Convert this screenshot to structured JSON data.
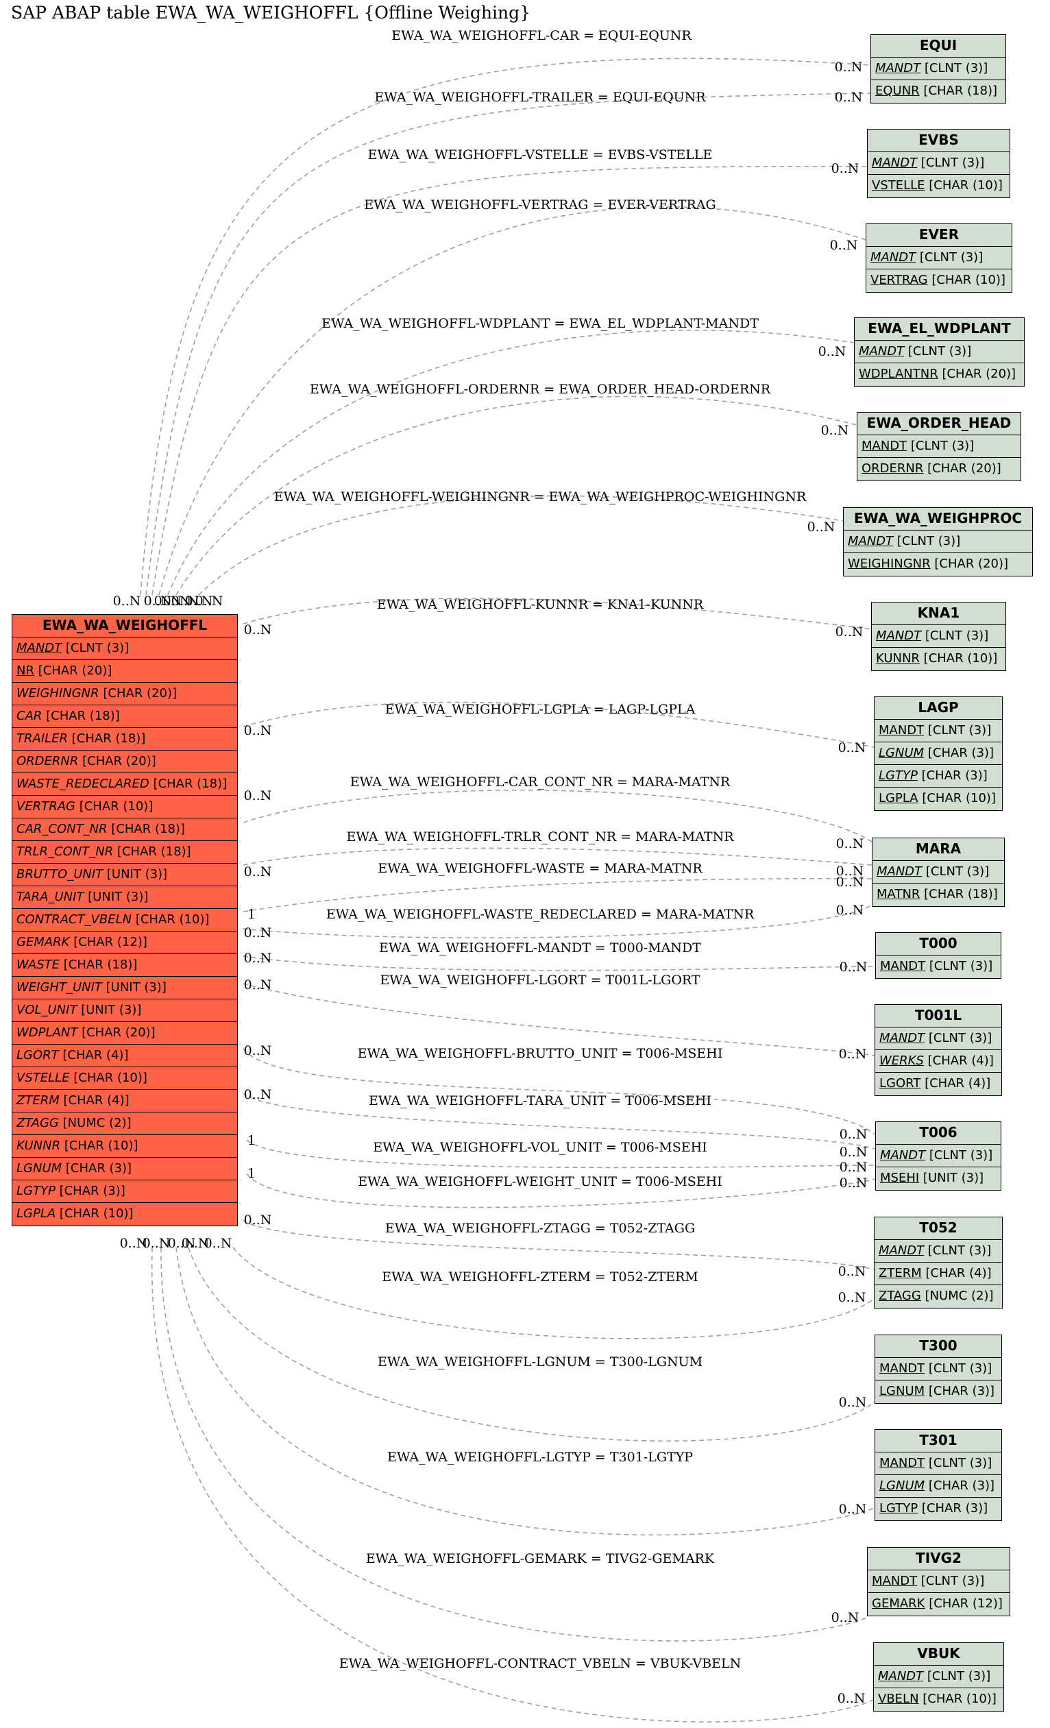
{
  "title": "SAP ABAP table EWA_WA_WEIGHOFFL {Offline Weighing}",
  "colors": {
    "main_table": "#ff6347",
    "ref_table": "#d0dfd0",
    "edge": "#a0a0a0"
  },
  "main_table": {
    "name": "EWA_WA_WEIGHOFFL",
    "fields": [
      {
        "name": "MANDT",
        "type": "[CLNT (3)]",
        "key": true,
        "italic": true
      },
      {
        "name": "NR",
        "type": "[CHAR (20)]",
        "key": true,
        "italic": false
      },
      {
        "name": "WEIGHINGNR",
        "type": "[CHAR (20)]",
        "key": false,
        "italic": true
      },
      {
        "name": "CAR",
        "type": "[CHAR (18)]",
        "key": false,
        "italic": true
      },
      {
        "name": "TRAILER",
        "type": "[CHAR (18)]",
        "key": false,
        "italic": true
      },
      {
        "name": "ORDERNR",
        "type": "[CHAR (20)]",
        "key": false,
        "italic": true
      },
      {
        "name": "WASTE_REDECLARED",
        "type": "[CHAR (18)]",
        "key": false,
        "italic": true
      },
      {
        "name": "VERTRAG",
        "type": "[CHAR (10)]",
        "key": false,
        "italic": true
      },
      {
        "name": "CAR_CONT_NR",
        "type": "[CHAR (18)]",
        "key": false,
        "italic": true
      },
      {
        "name": "TRLR_CONT_NR",
        "type": "[CHAR (18)]",
        "key": false,
        "italic": true
      },
      {
        "name": "BRUTTO_UNIT",
        "type": "[UNIT (3)]",
        "key": false,
        "italic": true
      },
      {
        "name": "TARA_UNIT",
        "type": "[UNIT (3)]",
        "key": false,
        "italic": true
      },
      {
        "name": "CONTRACT_VBELN",
        "type": "[CHAR (10)]",
        "key": false,
        "italic": true
      },
      {
        "name": "GEMARK",
        "type": "[CHAR (12)]",
        "key": false,
        "italic": true
      },
      {
        "name": "WASTE",
        "type": "[CHAR (18)]",
        "key": false,
        "italic": true
      },
      {
        "name": "WEIGHT_UNIT",
        "type": "[UNIT (3)]",
        "key": false,
        "italic": true
      },
      {
        "name": "VOL_UNIT",
        "type": "[UNIT (3)]",
        "key": false,
        "italic": true
      },
      {
        "name": "WDPLANT",
        "type": "[CHAR (20)]",
        "key": false,
        "italic": true
      },
      {
        "name": "LGORT",
        "type": "[CHAR (4)]",
        "key": false,
        "italic": true
      },
      {
        "name": "VSTELLE",
        "type": "[CHAR (10)]",
        "key": false,
        "italic": true
      },
      {
        "name": "ZTERM",
        "type": "[CHAR (4)]",
        "key": false,
        "italic": true
      },
      {
        "name": "ZTAGG",
        "type": "[NUMC (2)]",
        "key": false,
        "italic": true
      },
      {
        "name": "KUNNR",
        "type": "[CHAR (10)]",
        "key": false,
        "italic": true
      },
      {
        "name": "LGNUM",
        "type": "[CHAR (3)]",
        "key": false,
        "italic": true
      },
      {
        "name": "LGTYP",
        "type": "[CHAR (3)]",
        "key": false,
        "italic": true
      },
      {
        "name": "LGPLA",
        "type": "[CHAR (10)]",
        "key": false,
        "italic": true
      }
    ]
  },
  "ref_tables": [
    {
      "name": "EQUI",
      "fields": [
        {
          "name": "MANDT",
          "type": "[CLNT (3)]",
          "key": true,
          "italic": true
        },
        {
          "name": "EQUNR",
          "type": "[CHAR (18)]",
          "key": true,
          "italic": false
        }
      ]
    },
    {
      "name": "EVBS",
      "fields": [
        {
          "name": "MANDT",
          "type": "[CLNT (3)]",
          "key": true,
          "italic": true
        },
        {
          "name": "VSTELLE",
          "type": "[CHAR (10)]",
          "key": true,
          "italic": false
        }
      ]
    },
    {
      "name": "EVER",
      "fields": [
        {
          "name": "MANDT",
          "type": "[CLNT (3)]",
          "key": true,
          "italic": true
        },
        {
          "name": "VERTRAG",
          "type": "[CHAR (10)]",
          "key": true,
          "italic": false
        }
      ]
    },
    {
      "name": "EWA_EL_WDPLANT",
      "fields": [
        {
          "name": "MANDT",
          "type": "[CLNT (3)]",
          "key": true,
          "italic": true
        },
        {
          "name": "WDPLANTNR",
          "type": "[CHAR (20)]",
          "key": true,
          "italic": false
        }
      ]
    },
    {
      "name": "EWA_ORDER_HEAD",
      "fields": [
        {
          "name": "MANDT",
          "type": "[CLNT (3)]",
          "key": true,
          "italic": false
        },
        {
          "name": "ORDERNR",
          "type": "[CHAR (20)]",
          "key": true,
          "italic": false
        }
      ]
    },
    {
      "name": "EWA_WA_WEIGHPROC",
      "fields": [
        {
          "name": "MANDT",
          "type": "[CLNT (3)]",
          "key": true,
          "italic": true
        },
        {
          "name": "WEIGHINGNR",
          "type": "[CHAR (20)]",
          "key": true,
          "italic": false
        }
      ]
    },
    {
      "name": "KNA1",
      "fields": [
        {
          "name": "MANDT",
          "type": "[CLNT (3)]",
          "key": true,
          "italic": true
        },
        {
          "name": "KUNNR",
          "type": "[CHAR (10)]",
          "key": true,
          "italic": false
        }
      ]
    },
    {
      "name": "LAGP",
      "fields": [
        {
          "name": "MANDT",
          "type": "[CLNT (3)]",
          "key": true,
          "italic": false
        },
        {
          "name": "LGNUM",
          "type": "[CHAR (3)]",
          "key": true,
          "italic": true
        },
        {
          "name": "LGTYP",
          "type": "[CHAR (3)]",
          "key": true,
          "italic": true
        },
        {
          "name": "LGPLA",
          "type": "[CHAR (10)]",
          "key": true,
          "italic": false
        }
      ]
    },
    {
      "name": "MARA",
      "fields": [
        {
          "name": "MANDT",
          "type": "[CLNT (3)]",
          "key": true,
          "italic": true
        },
        {
          "name": "MATNR",
          "type": "[CHAR (18)]",
          "key": true,
          "italic": false
        }
      ]
    },
    {
      "name": "T000",
      "fields": [
        {
          "name": "MANDT",
          "type": "[CLNT (3)]",
          "key": true,
          "italic": false
        }
      ]
    },
    {
      "name": "T001L",
      "fields": [
        {
          "name": "MANDT",
          "type": "[CLNT (3)]",
          "key": true,
          "italic": true
        },
        {
          "name": "WERKS",
          "type": "[CHAR (4)]",
          "key": true,
          "italic": true
        },
        {
          "name": "LGORT",
          "type": "[CHAR (4)]",
          "key": true,
          "italic": false
        }
      ]
    },
    {
      "name": "T006",
      "fields": [
        {
          "name": "MANDT",
          "type": "[CLNT (3)]",
          "key": true,
          "italic": true
        },
        {
          "name": "MSEHI",
          "type": "[UNIT (3)]",
          "key": true,
          "italic": false
        }
      ]
    },
    {
      "name": "T052",
      "fields": [
        {
          "name": "MANDT",
          "type": "[CLNT (3)]",
          "key": true,
          "italic": true
        },
        {
          "name": "ZTERM",
          "type": "[CHAR (4)]",
          "key": true,
          "italic": false
        },
        {
          "name": "ZTAGG",
          "type": "[NUMC (2)]",
          "key": true,
          "italic": false
        }
      ]
    },
    {
      "name": "T300",
      "fields": [
        {
          "name": "MANDT",
          "type": "[CLNT (3)]",
          "key": true,
          "italic": false
        },
        {
          "name": "LGNUM",
          "type": "[CHAR (3)]",
          "key": true,
          "italic": false
        }
      ]
    },
    {
      "name": "T301",
      "fields": [
        {
          "name": "MANDT",
          "type": "[CLNT (3)]",
          "key": true,
          "italic": false
        },
        {
          "name": "LGNUM",
          "type": "[CHAR (3)]",
          "key": true,
          "italic": true
        },
        {
          "name": "LGTYP",
          "type": "[CHAR (3)]",
          "key": true,
          "italic": false
        }
      ]
    },
    {
      "name": "TIVG2",
      "fields": [
        {
          "name": "MANDT",
          "type": "[CLNT (3)]",
          "key": true,
          "italic": false
        },
        {
          "name": "GEMARK",
          "type": "[CHAR (12)]",
          "key": true,
          "italic": false
        }
      ]
    },
    {
      "name": "VBUK",
      "fields": [
        {
          "name": "MANDT",
          "type": "[CLNT (3)]",
          "key": true,
          "italic": true
        },
        {
          "name": "VBELN",
          "type": "[CHAR (10)]",
          "key": true,
          "italic": false
        }
      ]
    }
  ],
  "relations": [
    {
      "label": "EWA_WA_WEIGHOFFL-CAR = EQUI-EQUNR",
      "src_card": "0..N",
      "dst_card": "0..N"
    },
    {
      "label": "EWA_WA_WEIGHOFFL-TRAILER = EQUI-EQUNR",
      "src_card": "0..N",
      "dst_card": "0..N"
    },
    {
      "label": "EWA_WA_WEIGHOFFL-VSTELLE = EVBS-VSTELLE",
      "src_card": "0..N",
      "dst_card": "0..N"
    },
    {
      "label": "EWA_WA_WEIGHOFFL-VERTRAG = EVER-VERTRAG",
      "src_card": "0..N",
      "dst_card": "0..N"
    },
    {
      "label": "EWA_WA_WEIGHOFFL-WDPLANT = EWA_EL_WDPLANT-MANDT",
      "src_card": "0..N",
      "dst_card": "0..N"
    },
    {
      "label": "EWA_WA_WEIGHOFFL-ORDERNR = EWA_ORDER_HEAD-ORDERNR",
      "src_card": "0..N",
      "dst_card": "0..N"
    },
    {
      "label": "EWA_WA_WEIGHOFFL-WEIGHINGNR = EWA_WA_WEIGHPROC-WEIGHINGNR",
      "src_card": "0..N",
      "dst_card": "0..N"
    },
    {
      "label": "EWA_WA_WEIGHOFFL-KUNNR = KNA1-KUNNR",
      "src_card": "0..N",
      "dst_card": "0..N"
    },
    {
      "label": "EWA_WA_WEIGHOFFL-LGPLA = LAGP-LGPLA",
      "src_card": "0..N",
      "dst_card": "0..N"
    },
    {
      "label": "EWA_WA_WEIGHOFFL-CAR_CONT_NR = MARA-MATNR",
      "src_card": "0..N",
      "dst_card": "0..N"
    },
    {
      "label": "EWA_WA_WEIGHOFFL-TRLR_CONT_NR = MARA-MATNR",
      "src_card": "0..N",
      "dst_card": "0..N"
    },
    {
      "label": "EWA_WA_WEIGHOFFL-WASTE = MARA-MATNR",
      "src_card": "1",
      "dst_card": "0..N"
    },
    {
      "label": "EWA_WA_WEIGHOFFL-WASTE_REDECLARED = MARA-MATNR",
      "src_card": "0..N",
      "dst_card": "0..N"
    },
    {
      "label": "EWA_WA_WEIGHOFFL-MANDT = T000-MANDT",
      "src_card": "0..N",
      "dst_card": "0..N"
    },
    {
      "label": "EWA_WA_WEIGHOFFL-LGORT = T001L-LGORT",
      "src_card": "0..N",
      "dst_card": "0..N"
    },
    {
      "label": "EWA_WA_WEIGHOFFL-BRUTTO_UNIT = T006-MSEHI",
      "src_card": "0..N",
      "dst_card": "0..N"
    },
    {
      "label": "EWA_WA_WEIGHOFFL-TARA_UNIT = T006-MSEHI",
      "src_card": "0..N",
      "dst_card": "0..N"
    },
    {
      "label": "EWA_WA_WEIGHOFFL-VOL_UNIT = T006-MSEHI",
      "src_card": "1",
      "dst_card": "0..N"
    },
    {
      "label": "EWA_WA_WEIGHOFFL-WEIGHT_UNIT = T006-MSEHI",
      "src_card": "1",
      "dst_card": "0..N"
    },
    {
      "label": "EWA_WA_WEIGHOFFL-ZTAGG = T052-ZTAGG",
      "src_card": "0..N",
      "dst_card": "0..N"
    },
    {
      "label": "EWA_WA_WEIGHOFFL-ZTERM = T052-ZTERM",
      "src_card": "0..N",
      "dst_card": "0..N"
    },
    {
      "label": "EWA_WA_WEIGHOFFL-LGNUM = T300-LGNUM",
      "src_card": "0..N",
      "dst_card": "0..N"
    },
    {
      "label": "EWA_WA_WEIGHOFFL-LGTYP = T301-LGTYP",
      "src_card": "0..N",
      "dst_card": "0..N"
    },
    {
      "label": "EWA_WA_WEIGHOFFL-GEMARK = TIVG2-GEMARK",
      "src_card": "0..N",
      "dst_card": "0..N"
    },
    {
      "label": "EWA_WA_WEIGHOFFL-CONTRACT_VBELN = VBUK-VBELN",
      "src_card": "0..N",
      "dst_card": "0..N"
    }
  ]
}
